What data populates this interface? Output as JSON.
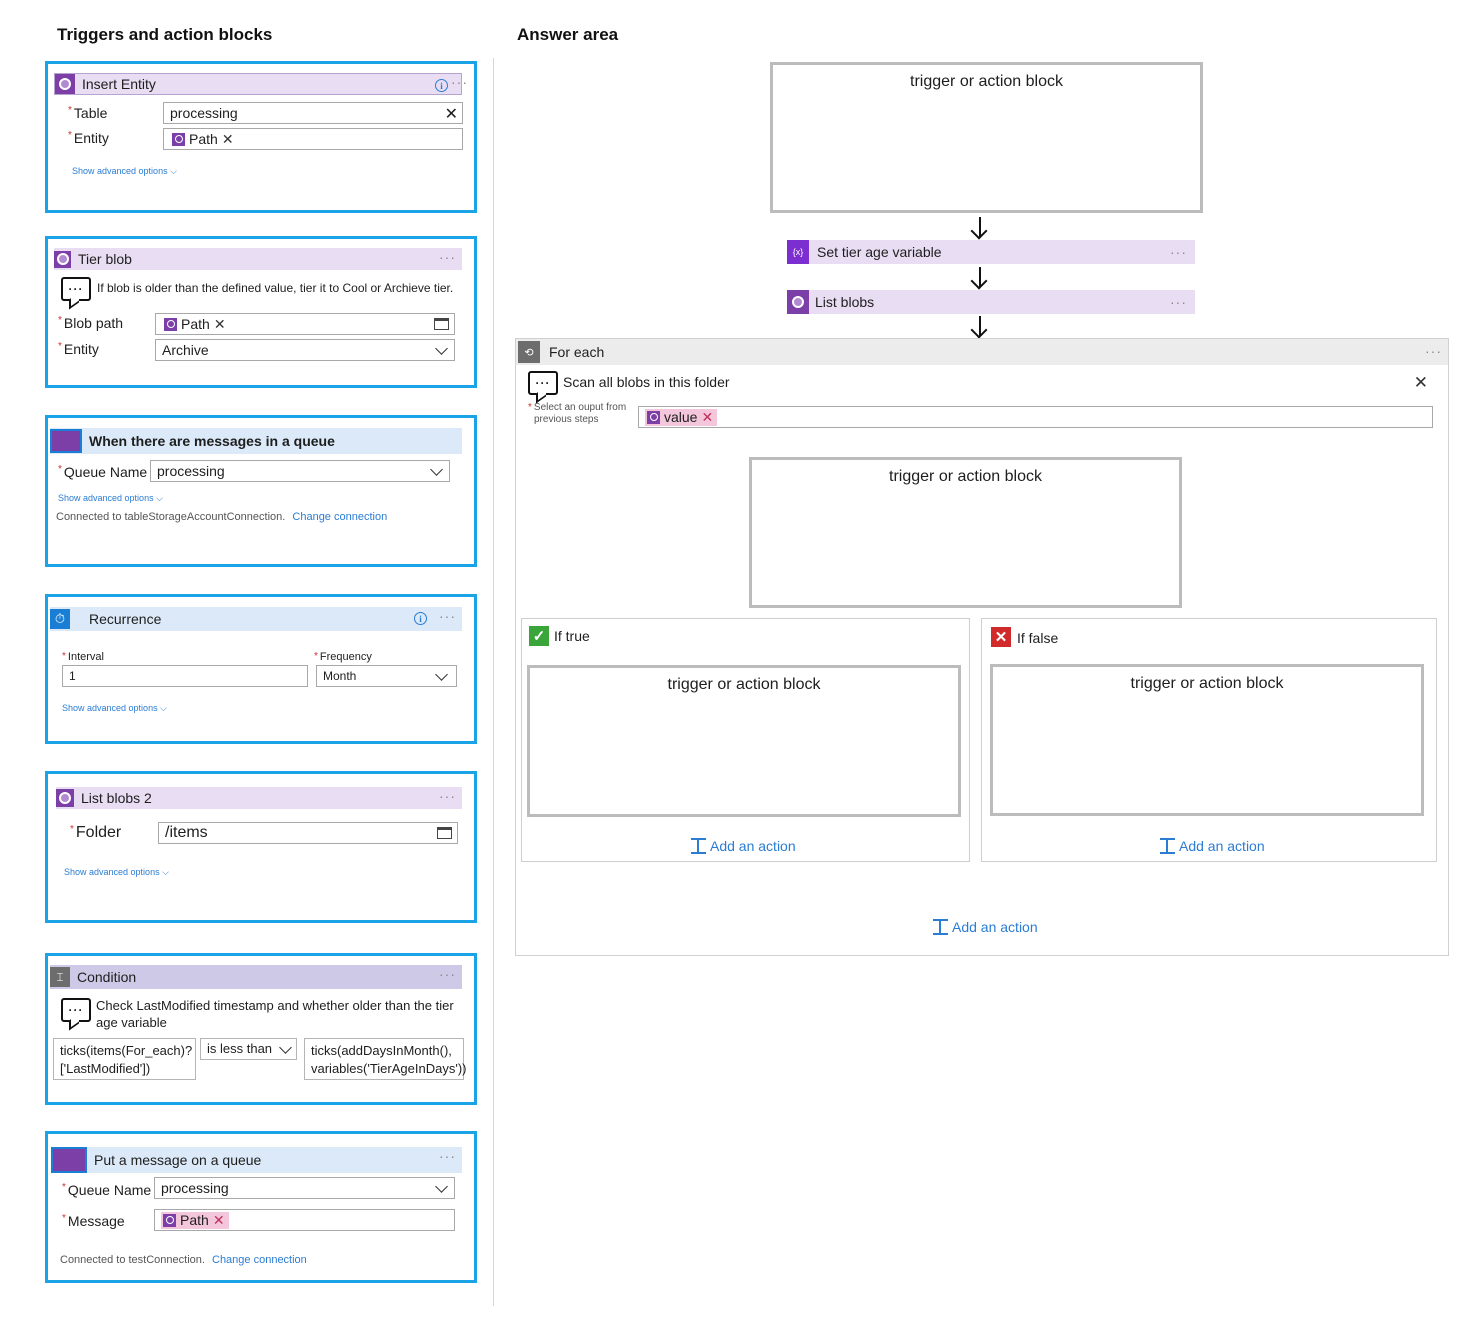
{
  "left_title": "Triggers and action blocks",
  "right_title": "Answer area",
  "cards": {
    "insert_entity": {
      "title": "Insert Entity",
      "table_label": "Table",
      "table_value": "processing",
      "entity_label": "Entity",
      "entity_token": "Path",
      "advanced": "Show advanced options"
    },
    "tier_blob": {
      "title": "Tier blob",
      "comment": "If blob is older than the defined value, tier it to Cool or Archieve tier.",
      "blob_path_label": "Blob path",
      "blob_path_token": "Path",
      "entity_label": "Entity",
      "entity_value": "Archive"
    },
    "queue_trigger": {
      "title": "When there are messages in a queue",
      "queue_label": "Queue Name",
      "queue_value": "processing",
      "advanced": "Show advanced options",
      "connected": "Connected to tableStorageAccountConnection.",
      "change": "Change connection"
    },
    "recurrence": {
      "title": "Recurrence",
      "interval_label": "Interval",
      "interval_value": "1",
      "frequency_label": "Frequency",
      "frequency_value": "Month",
      "advanced": "Show advanced options"
    },
    "list_blobs2": {
      "title": "List blobs 2",
      "folder_label": "Folder",
      "folder_value": "/items",
      "advanced": "Show advanced options"
    },
    "condition": {
      "title": "Condition",
      "comment": "Check LastModified timestamp and whether older than the tier age variable",
      "left_expr": "ticks(items(For_each)?['LastModified'])",
      "operator": "is less than",
      "right_expr": "ticks(addDaysInMonth(), variables('TierAgeInDays'))"
    },
    "put_message": {
      "title": "Put a message on a queue",
      "queue_label": "Queue Name",
      "queue_value": "processing",
      "message_label": "Message",
      "message_token": "Path",
      "connected": "Connected to testConnection.",
      "change": "Change connection"
    }
  },
  "answer": {
    "placeholder": "trigger or action block",
    "set_tier_age": "Set tier age variable",
    "list_blobs": "List blobs",
    "for_each": {
      "title": "For each",
      "comment": "Scan all blobs in this folder",
      "select_label_1": "Select an ouput from",
      "select_label_2": "previous steps",
      "select_token": "value",
      "if_true": "If true",
      "if_false": "If false",
      "add_action": "Add an action"
    }
  },
  "icons": [
    "info-icon",
    "more-icon",
    "close-icon",
    "chevron-down-icon",
    "folder-icon",
    "comment-icon",
    "variable-icon",
    "blob-icon",
    "queue-icon",
    "clock-icon",
    "condition-icon",
    "check-icon",
    "cross-icon",
    "add-action-icon",
    "loop-icon"
  ],
  "colors": {
    "accent_border": "#1aa3e6",
    "action_purple": "#e8ddf3",
    "trigger_blue": "#dbe9f8",
    "link": "#2b7cd3",
    "token_pink": "#f3c6dc"
  }
}
